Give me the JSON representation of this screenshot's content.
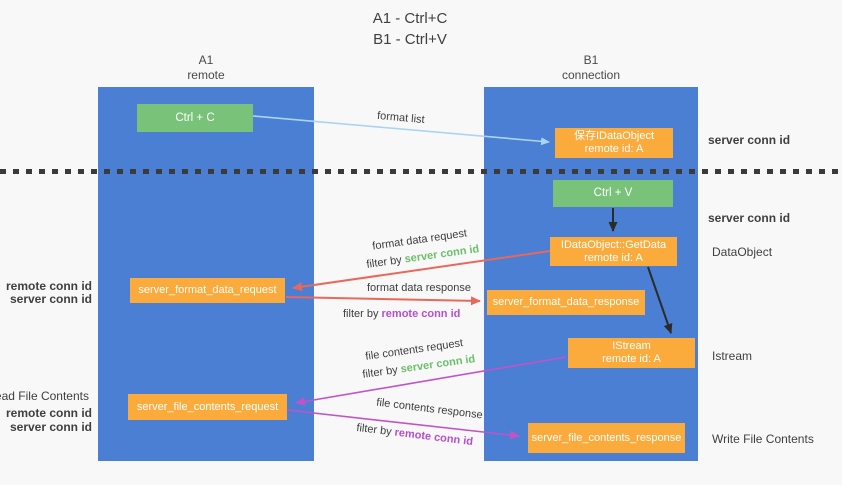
{
  "title": {
    "line1": "A1 - Ctrl+C",
    "line2": "B1 - Ctrl+V"
  },
  "columns": {
    "a1": {
      "name": "A1",
      "role": "remote"
    },
    "b1": {
      "name": "B1",
      "role": "connection"
    }
  },
  "nodes": {
    "ctrl_c": {
      "label": "Ctrl + C"
    },
    "save_dataobject": {
      "line1": "保存IDataObject",
      "line2": "remote id: A"
    },
    "ctrl_v": {
      "label": "Ctrl + V"
    },
    "getdata": {
      "line1": "IDataObject::GetData",
      "line2": "remote id: A"
    },
    "format_request": {
      "label": "server_format_data_request"
    },
    "format_response": {
      "label": "server_format_data_response"
    },
    "istream": {
      "line1": "IStream",
      "line2": "remote id: A"
    },
    "file_request": {
      "label": "server_file_contents_request"
    },
    "file_response": {
      "label": "server_file_contents_response"
    }
  },
  "edges": {
    "format_list": {
      "label": "format list"
    },
    "format_data_request": {
      "label": "format data request",
      "filter_prefix": "filter by ",
      "filter_key": "server conn id"
    },
    "format_data_response": {
      "label": "format data response",
      "filter_prefix": "filter by ",
      "filter_key": "remote conn id"
    },
    "file_contents_request": {
      "label": "file contents request",
      "filter_prefix": "filter by ",
      "filter_key": "server conn id"
    },
    "file_contents_response": {
      "label": "file contents response",
      "filter_prefix": "filter by ",
      "filter_key": "remote conn id"
    }
  },
  "annotations": {
    "right": [
      {
        "text": "server conn id"
      },
      {
        "text": "server conn id"
      },
      {
        "text": "DataObject"
      },
      {
        "text": "Istream"
      },
      {
        "text": "Write File Contents"
      }
    ],
    "left": [
      {
        "text": "remote conn id"
      },
      {
        "text": "server conn id"
      },
      {
        "text": "Read File Contents"
      },
      {
        "text": "remote conn id"
      },
      {
        "text": "server conn id"
      }
    ]
  },
  "colors": {
    "column_blue": "#4A7FD3",
    "box_green": "#79C279",
    "box_orange": "#FAAB3C",
    "arrow_red": "#E8685C",
    "arrow_magenta": "#C153C8",
    "arrow_light_blue": "#A8D5F2",
    "arrow_black": "#2B2B2B",
    "text_green": "#6DBE6D",
    "text_purple": "#B44FD0",
    "text_dark": "#3F3F3F"
  }
}
